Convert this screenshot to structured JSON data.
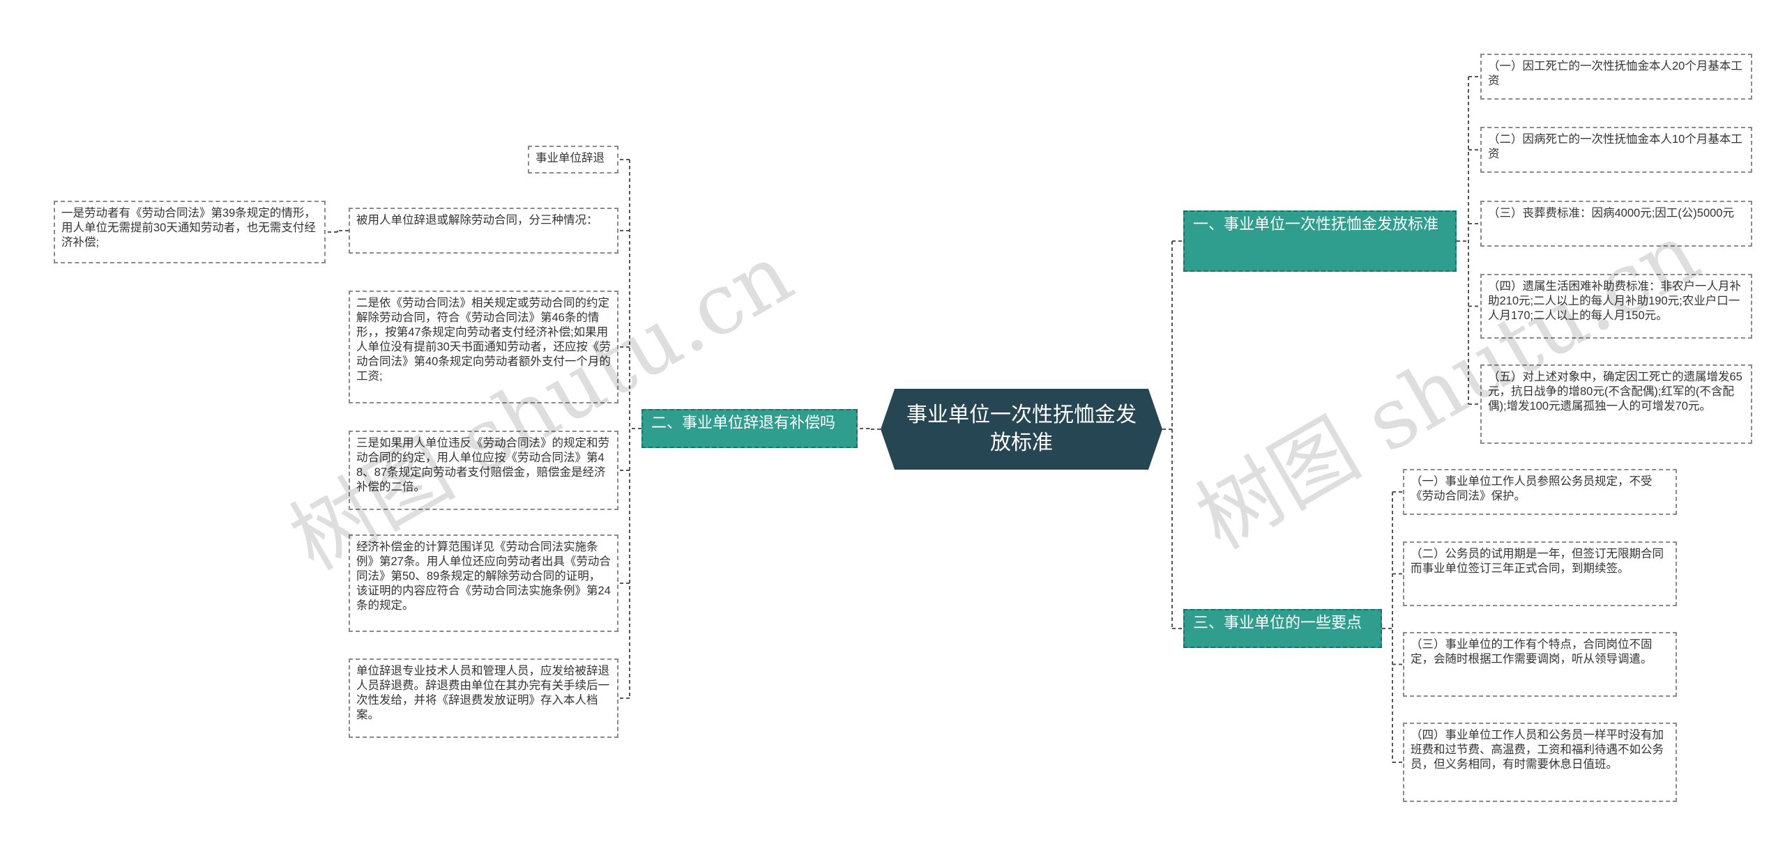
{
  "root": {
    "title": "事业单位一次性抚恤金发放标准"
  },
  "branches": [
    {
      "label": "一、事业单位一次性抚恤金发放标准",
      "leaves": [
        "（一）因工死亡的一次性抚恤金本人20个月基本工资",
        "（二）因病死亡的一次性抚恤金本人10个月基本工资",
        "（三）丧葬费标准：因病4000元;因工(公)5000元",
        "（四）遗属生活困难补助费标准：非农户一人月补助210元;二人以上的每人月补助190元;农业户口一人月170;二人以上的每人月150元。",
        "（五）对上述对象中，确定因工死亡的遗属增发65元，抗日战争的增80元(不含配偶);红军的(不含配偶);增发100元遗属孤独一人的可增发70元。"
      ]
    },
    {
      "label": "二、事业单位辞退有补偿吗",
      "leaves": [
        "事业单位辞退",
        "被用人单位辞退或解除劳动合同，分三种情况：",
        "二是依《劳动合同法》相关规定或劳动合同的约定解除劳动合同，符合《劳动合同法》第46条的情形，，按第47条规定向劳动者支付经济补偿;如果用人单位没有提前30天书面通知劳动者，还应按《劳动合同法》第40条规定向劳动者额外支付一个月的工资;",
        "三是如果用人单位违反《劳动合同法》的规定和劳动合同的约定，用人单位应按《劳动合同法》第48、87条规定向劳动者支付赔偿金，赔偿金是经济补偿的二倍。",
        "经济补偿金的计算范围详见《劳动合同法实施条例》第27条。用人单位还应向劳动者出具《劳动合同法》第50、89条规定的解除劳动合同的证明，该证明的内容应符合《劳动合同法实施条例》第24条的规定。",
        "单位辞退专业技术人员和管理人员，应发给被辞退人员辞退费。辞退费由单位在其办完有关手续后一次性发给，并将《辞退费发放证明》存入本人档案。"
      ],
      "subleaf": "一是劳动者有《劳动合同法》第39条规定的情形，用人单位无需提前30天通知劳动者，也无需支付经济补偿;"
    },
    {
      "label": "三、事业单位的一些要点",
      "leaves": [
        "（一）事业单位工作人员参照公务员规定，不受《劳动合同法》保护。",
        "（二）公务员的试用期是一年，但签订无限期合同而事业单位签订三年正式合同，到期续签。",
        "（三）事业单位的工作有个特点，合同岗位不固定，会随时根据工作需要调岗，听从领导调遣。",
        "（四）事业单位工作人员和公务员一样平时没有加班费和过节费、高温费，工资和福利待遇不如公务员，但义务相同，有时需要休息日值班。"
      ]
    }
  ],
  "watermarks": [
    "树图 shutu.cn",
    "树图 shutu.cn"
  ],
  "colors": {
    "root": "#264653",
    "branch": "#2f9e8f",
    "line": "#555555",
    "leaf_border": "#8a8a8a"
  }
}
